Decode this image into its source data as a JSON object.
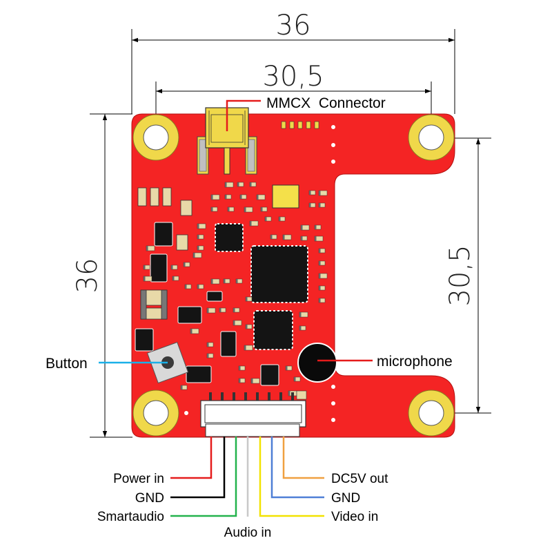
{
  "dimensions": {
    "overall_width": "36",
    "mount_width": "30,5",
    "overall_height": "36",
    "mount_height": "30,5"
  },
  "labels": {
    "mmcx": "MMCX  Connector",
    "button": "Button",
    "microphone": "microphone",
    "power_in": "Power in",
    "gnd_left": "GND",
    "smartaudio": "Smartaudio",
    "audio_in": "Audio in",
    "dc5v_out": "DC5V out",
    "gnd_right": "GND",
    "video_in": "Video in"
  },
  "colors": {
    "board": "#f42424",
    "pad_gold": "#f0d84a",
    "button_wire": "#1ab0e8",
    "power_wire": "#e51b1b",
    "gnd_wire": "#000000",
    "smartaudio_wire": "#22b24c",
    "audio_wire": "#c8c8c8",
    "video_wire": "#f2e200",
    "gnd_right_wire": "#4e7fd6",
    "dc5v_wire": "#f0a040"
  }
}
